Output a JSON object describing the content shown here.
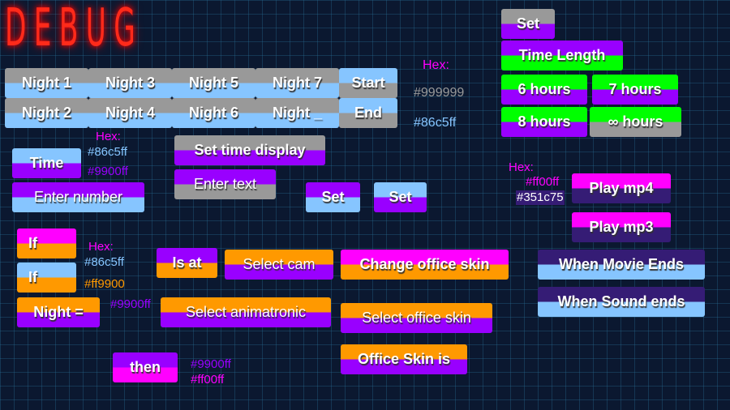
{
  "title": "DEBUG",
  "colors": {
    "gray": "#999999",
    "blue": "#86c5ff",
    "purple": "#9900ff",
    "orange": "#ff9900",
    "magenta": "#ff00ff",
    "green": "#00ff00",
    "dark_purple": "#351c75"
  },
  "nights": [
    "Night 1",
    "Night 2",
    "Night 3",
    "Night 4",
    "Night 5",
    "Night 6",
    "Night 7",
    "Night _"
  ],
  "start": "Start",
  "end": "End",
  "hex1": {
    "label": "Hex:",
    "a": "#999999",
    "b": "#86c5ff"
  },
  "time": "Time",
  "hex2": {
    "label": "Hex:",
    "a": "#86c5ff",
    "b": "#9900ff"
  },
  "enter_number": "Enter number",
  "set_time_display": "Set time display",
  "enter_text": "Enter text",
  "set1": "Set",
  "set2": "Set",
  "right": {
    "set": "Set",
    "time_length": "Time Length",
    "hours": [
      "6 hours",
      "7 hours",
      "8 hours",
      "∞ hours"
    ]
  },
  "hex3": {
    "label": "Hex:",
    "a": "#ff00ff",
    "b": "#351c75"
  },
  "play_mp4": "Play mp4",
  "play_mp3": "Play mp3",
  "movie_ends": "When Movie Ends",
  "sound_ends": "When Sound ends",
  "if1": "If",
  "if2": "If",
  "hex4": {
    "label": "Hex:",
    "a": "#86c5ff",
    "b": "#ff9900"
  },
  "night_eq": "Night =",
  "hex5": "#9900ff",
  "is_at": "Is at",
  "select_cam": "Select cam",
  "change_skin": "Change office skin",
  "select_animatronic": "Select animatronic",
  "select_skin": "Select office skin",
  "skin_is": "Office Skin is",
  "then": "then",
  "hex6": {
    "a": "#9900ff",
    "b": "#ff00ff"
  }
}
